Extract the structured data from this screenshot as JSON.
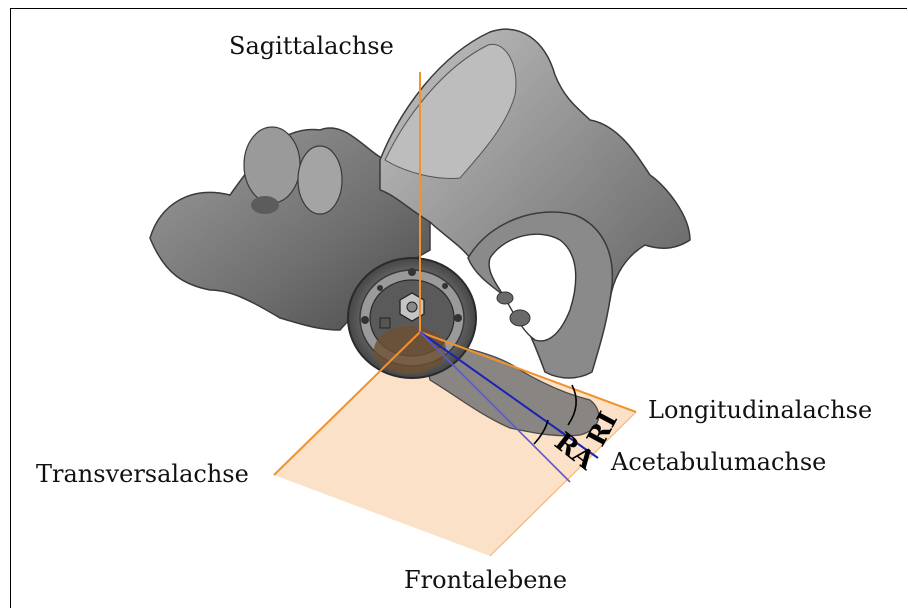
{
  "labels": {
    "sagittal": "Sagittalachse",
    "longitudinal": "Longitudinalachse",
    "acetabulum": "Acetabulumachse",
    "transversal": "Transversalachse",
    "frontal": "Frontalebene",
    "ri": "RI",
    "ra": "RA"
  },
  "colors": {
    "axis": "#f0922e",
    "plane": "#fbdcc0",
    "acetabulum_axis": "#1c22b4",
    "reference_line": "#5a5ad0",
    "bone_dark": "#3a3a3a",
    "bone_mid": "#7a7a7a",
    "bone_light": "#b8b8b8"
  }
}
